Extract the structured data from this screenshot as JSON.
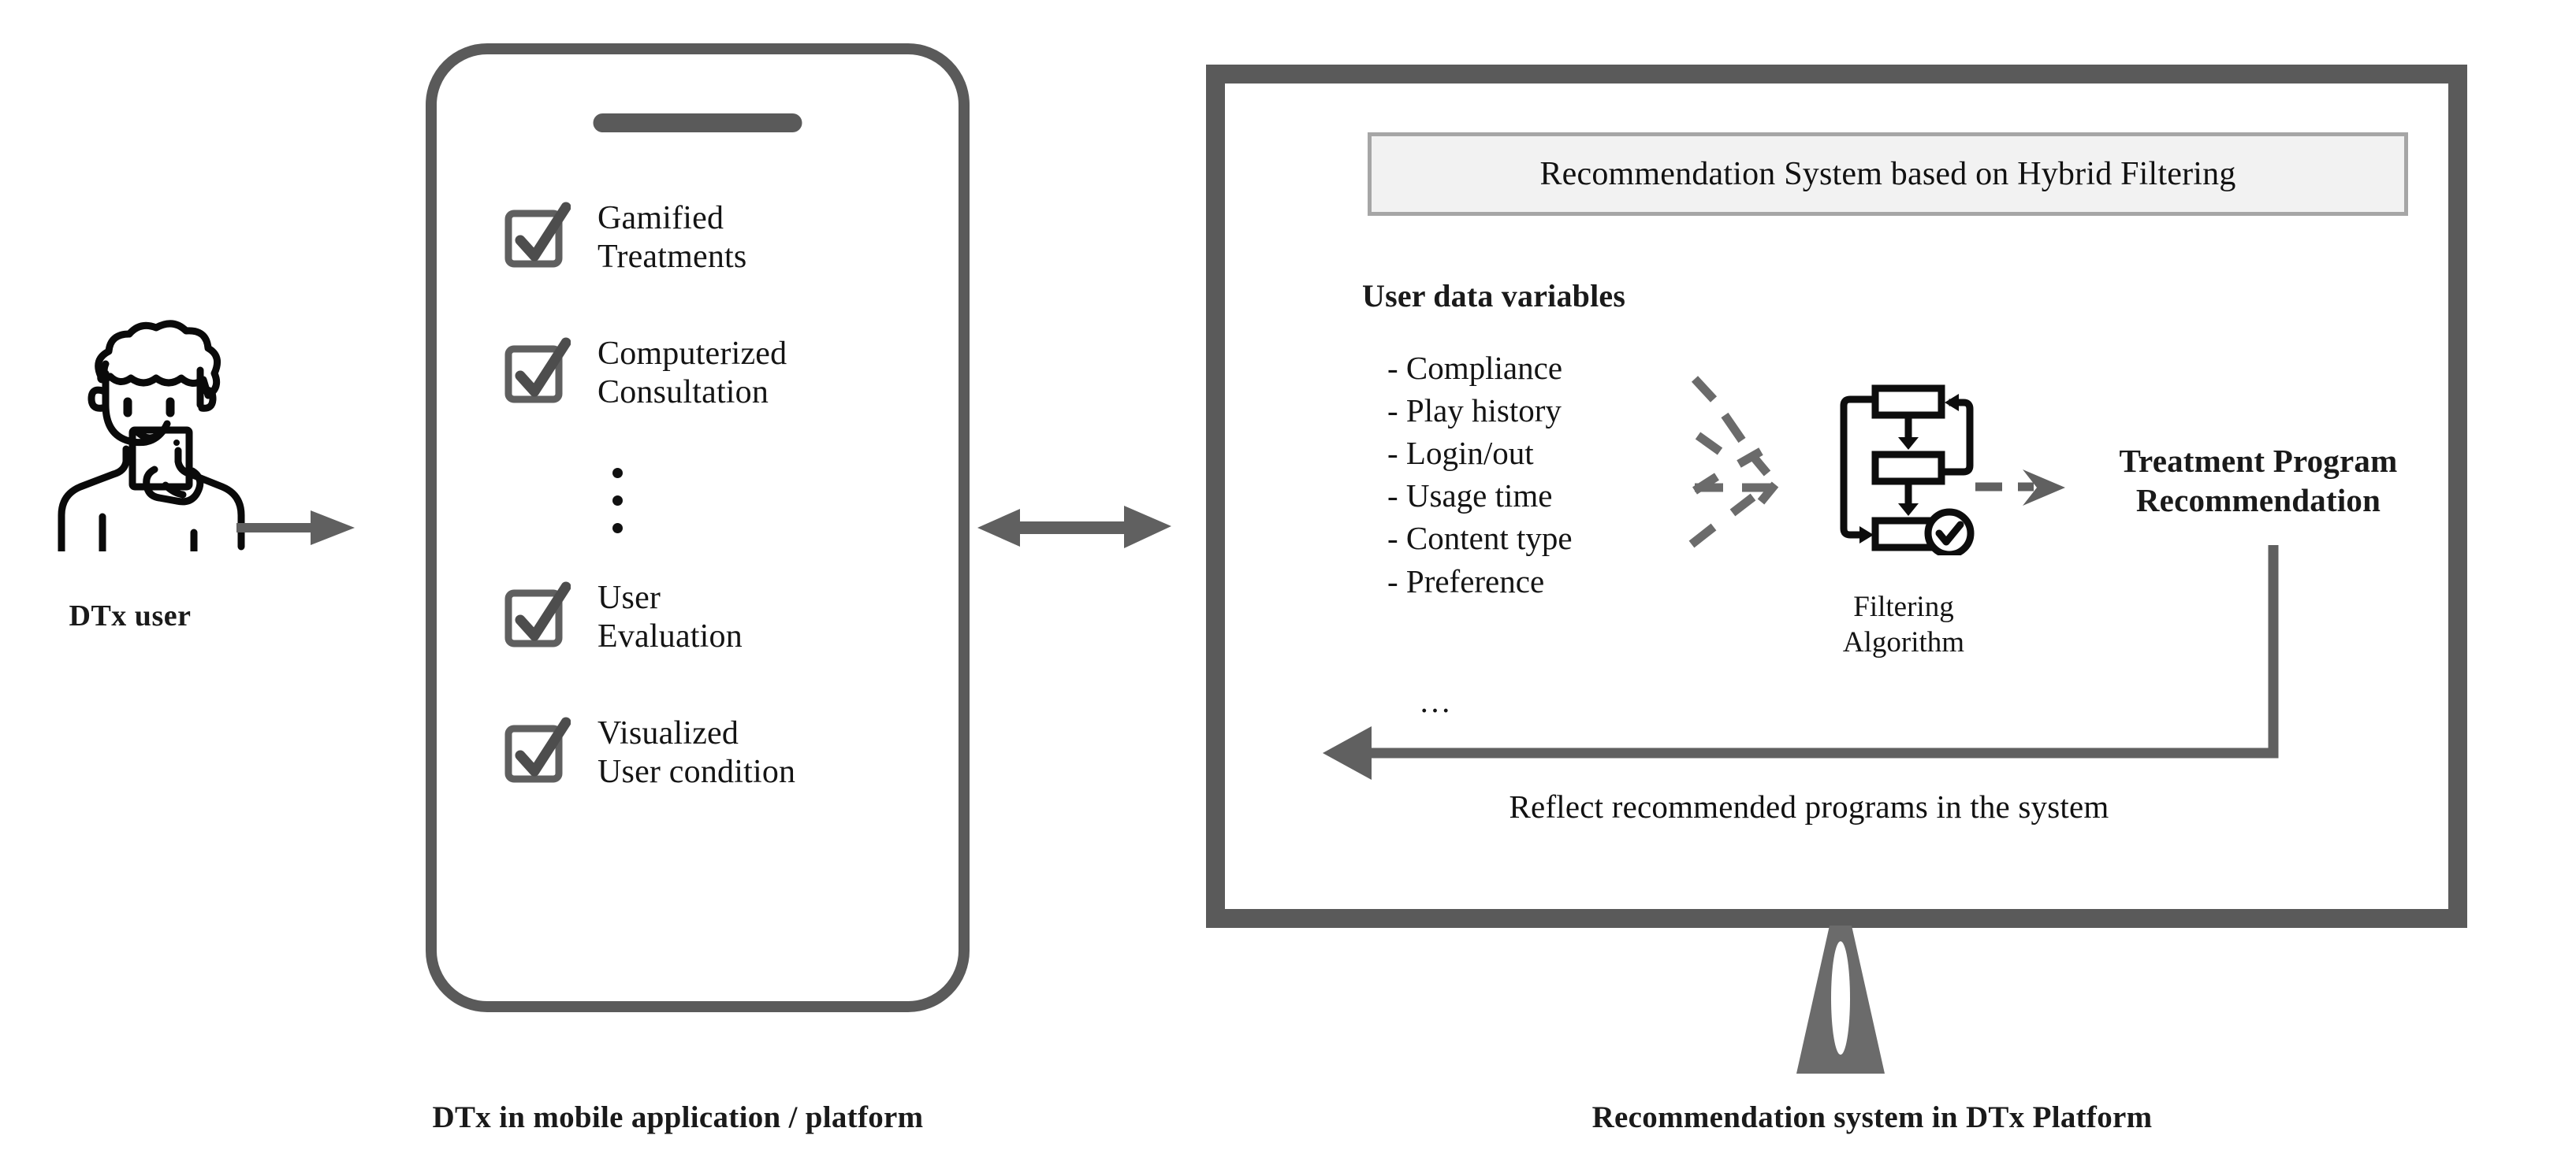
{
  "colors": {
    "frame_gray": "#5a5a5a",
    "arrow_gray": "#606060",
    "banner_fill": "#f2f2f2",
    "banner_border": "#a6a6a6",
    "text_dark": "#141414",
    "icon_black": "#111111"
  },
  "user": {
    "caption": "DTx user",
    "avatar_icon": "person-with-phone-icon",
    "arrow_icon": "arrow-right-icon"
  },
  "phone": {
    "caption": "DTx in mobile application / platform",
    "speaker_icon": "phone-speaker-icon",
    "ellipsis_icon": "vertical-ellipsis-icon",
    "checkbox_icon": "checked-checkbox-icon",
    "items": [
      {
        "label": "Gamified\nTreatments",
        "line1": "Gamified",
        "line2": "Treatments"
      },
      {
        "label": "Computerized\nConsultation",
        "line1": "Computerized",
        "line2": "Consultation"
      },
      {
        "label": "User\nEvaluation",
        "line1": "User",
        "line2": "Evaluation"
      },
      {
        "label": "Visualized\nUser condition",
        "line1": "Visualized",
        "line2": "User condition"
      }
    ]
  },
  "connector": {
    "bidirectional_arrow_icon": "arrow-left-right-icon"
  },
  "monitor": {
    "caption": "Recommendation system in DTx Platform",
    "stand_icon": "monitor-stand-icon",
    "banner": "Recommendation System based on Hybrid Filtering",
    "variables": {
      "title": "User data variables",
      "items": [
        "- Compliance",
        "- Play history",
        "- Login/out",
        "- Usage time",
        "- Content type",
        "- Preference"
      ],
      "ellipsis": "…"
    },
    "algorithm": {
      "burst_icon": "radial-burst-icon",
      "flow_icon": "flowchart-process-icon",
      "label_line1": "Filtering",
      "label_line2": "Algorithm"
    },
    "dashed_arrow_icon": "dashed-arrow-right-icon",
    "output": {
      "line1": "Treatment Program",
      "line2": "Recommendation"
    },
    "feedback": {
      "arrow_icon": "feedback-loop-arrow-icon",
      "text": "Reflect recommended programs in the system"
    }
  }
}
